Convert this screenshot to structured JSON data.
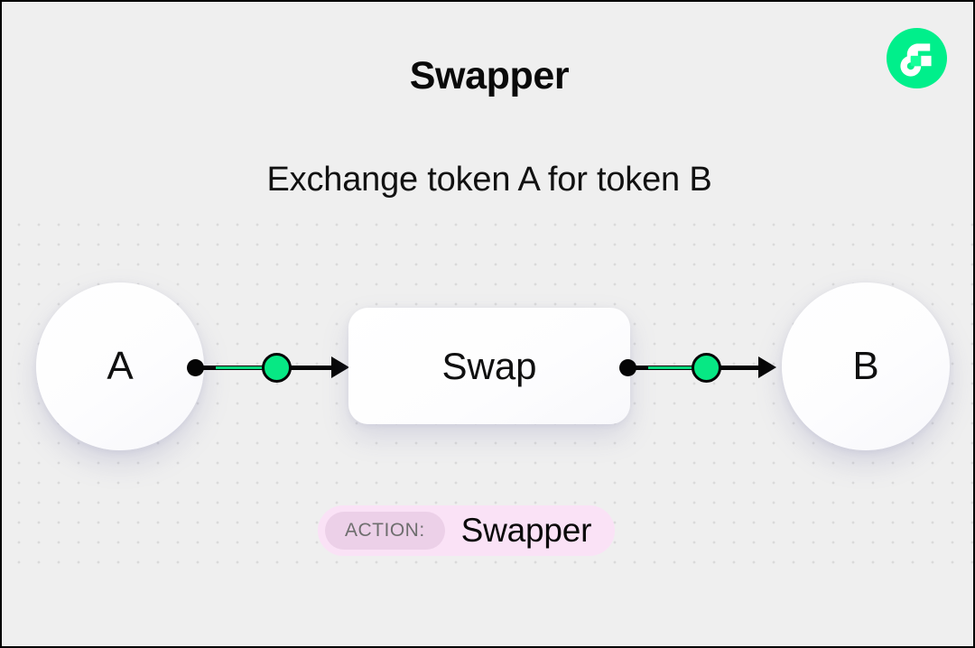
{
  "header": {
    "title": "Swapper",
    "subtitle": "Exchange token A for token B",
    "logo_icon": "flow-logo-icon",
    "logo_color": "#00ef8b"
  },
  "diagram": {
    "nodes": [
      {
        "id": "a",
        "label": "A",
        "shape": "circle"
      },
      {
        "id": "swap",
        "label": "Swap",
        "shape": "rounded-rect"
      },
      {
        "id": "b",
        "label": "B",
        "shape": "circle"
      }
    ],
    "connectors": [
      {
        "from": "a",
        "to": "swap",
        "token_color": "#07e884",
        "line_color": "#050505"
      },
      {
        "from": "swap",
        "to": "b",
        "token_color": "#07e884",
        "line_color": "#050505"
      }
    ]
  },
  "action": {
    "tag": "ACTION:",
    "value": "Swapper",
    "badge_color": "#fae2f6",
    "tag_color": "#ecd0e8"
  },
  "theme": {
    "background": "#efefef",
    "dot_color": "#dadada",
    "accent": "#07e884",
    "text": "#0a0a0a"
  }
}
